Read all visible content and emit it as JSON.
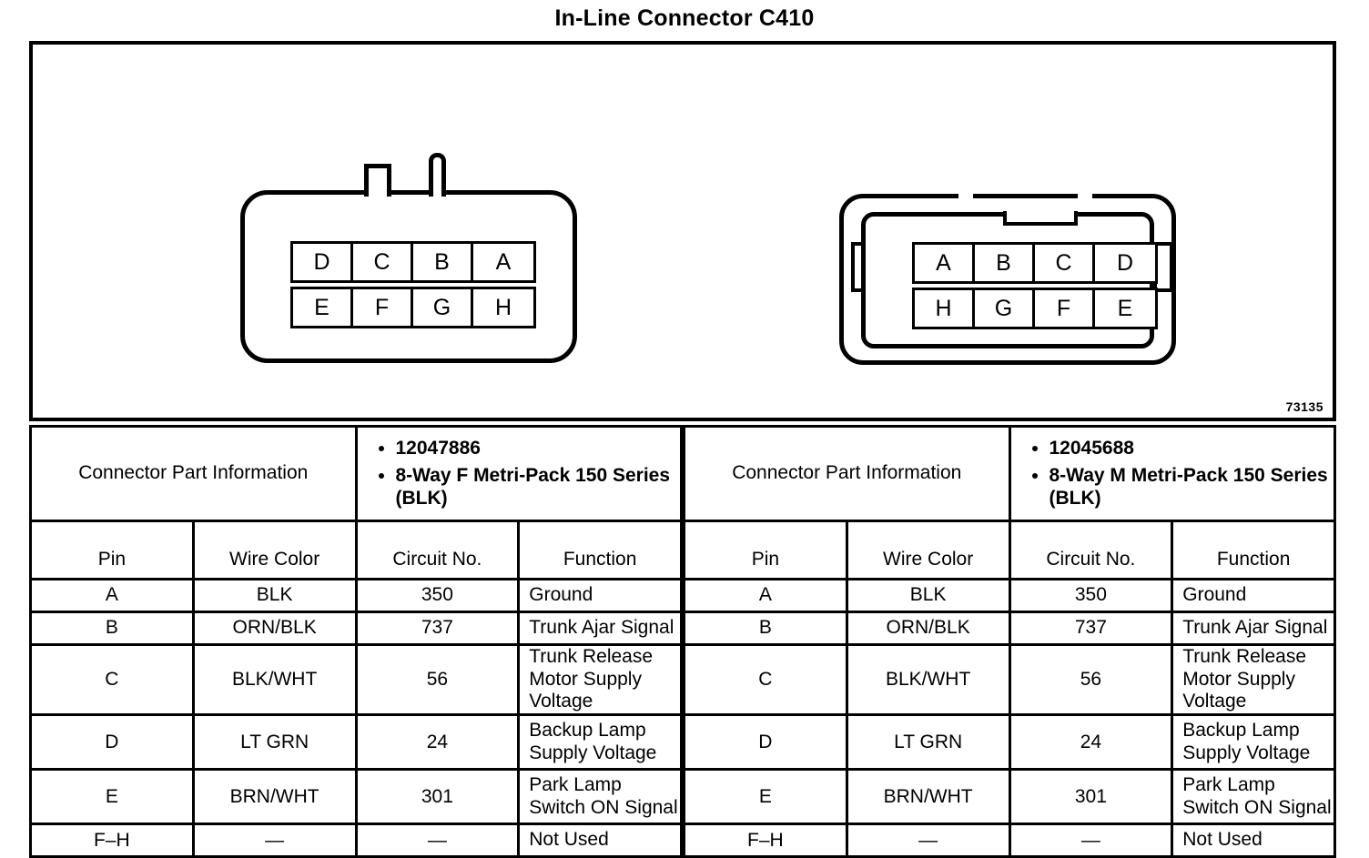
{
  "title": "In-Line Connector C410",
  "figure_ref": "73135",
  "connectors": [
    {
      "name": "female-connector",
      "pin_rows": [
        [
          "D",
          "C",
          "B",
          "A"
        ],
        [
          "E",
          "F",
          "G",
          "H"
        ]
      ]
    },
    {
      "name": "male-connector",
      "pin_rows": [
        [
          "A",
          "B",
          "C",
          "D"
        ],
        [
          "H",
          "G",
          "F",
          "E"
        ]
      ]
    }
  ],
  "tables": [
    {
      "part_info_label": "Connector Part Information",
      "part_info_bullets": [
        "12047886",
        "8-Way F Metri-Pack 150 Series (BLK)"
      ],
      "columns": [
        "Pin",
        "Wire Color",
        "Circuit No.",
        "Function"
      ],
      "rows": [
        {
          "pin": "A",
          "color": "BLK",
          "circuit": "350",
          "function": "Ground",
          "tall": false
        },
        {
          "pin": "B",
          "color": "ORN/BLK",
          "circuit": "737",
          "function": "Trunk Ajar Signal",
          "tall": false
        },
        {
          "pin": "C",
          "color": "BLK/WHT",
          "circuit": "56",
          "function": "Trunk Release Motor Supply Voltage",
          "tall": true
        },
        {
          "pin": "D",
          "color": "LT GRN",
          "circuit": "24",
          "function": "Backup Lamp Supply Voltage",
          "tall": true
        },
        {
          "pin": "E",
          "color": "BRN/WHT",
          "circuit": "301",
          "function": "Park Lamp Switch ON Signal",
          "tall": true
        },
        {
          "pin": "F–H",
          "color": "—",
          "circuit": "—",
          "function": "Not Used",
          "tall": false
        }
      ]
    },
    {
      "part_info_label": "Connector Part Information",
      "part_info_bullets": [
        "12045688",
        "8-Way M Metri-Pack 150 Series (BLK)"
      ],
      "columns": [
        "Pin",
        "Wire Color",
        "Circuit No.",
        "Function"
      ],
      "rows": [
        {
          "pin": "A",
          "color": "BLK",
          "circuit": "350",
          "function": "Ground",
          "tall": false
        },
        {
          "pin": "B",
          "color": "ORN/BLK",
          "circuit": "737",
          "function": "Trunk Ajar Signal",
          "tall": false
        },
        {
          "pin": "C",
          "color": "BLK/WHT",
          "circuit": "56",
          "function": "Trunk Release Motor Supply Voltage",
          "tall": true
        },
        {
          "pin": "D",
          "color": "LT GRN",
          "circuit": "24",
          "function": "Backup Lamp Supply Voltage",
          "tall": true
        },
        {
          "pin": "E",
          "color": "BRN/WHT",
          "circuit": "301",
          "function": "Park Lamp Switch ON Signal",
          "tall": true
        },
        {
          "pin": "F–H",
          "color": "—",
          "circuit": "—",
          "function": "Not Used",
          "tall": false
        }
      ]
    }
  ]
}
